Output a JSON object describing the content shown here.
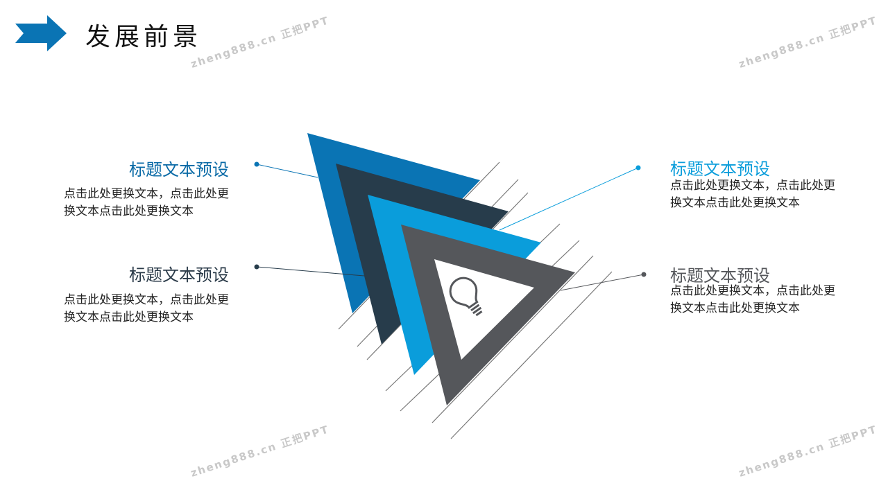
{
  "header": {
    "title": "发展前景"
  },
  "colors": {
    "blue_dark": "#0a74b4",
    "navy": "#273c4b",
    "blue_light": "#0a9ddb",
    "gray": "#55575b"
  },
  "items": [
    {
      "title": "标题文本预设",
      "text": "点击此处更换文本，点击此处更换文本点击此处更换文本"
    },
    {
      "title": "标题文本预设",
      "text": "点击此处更换文本，点击此处更换文本点击此处更换文本"
    },
    {
      "title": "标题文本预设",
      "text": "点击此处更换文本，点击此处更换文本点击此处更换文本"
    },
    {
      "title": "标题文本预设",
      "text": "点击此处更换文本，点击此处更换文本点击此处更换文本"
    }
  ],
  "watermark": "zheng888.cn 正把PPT",
  "center_icon": "lightbulb-icon"
}
